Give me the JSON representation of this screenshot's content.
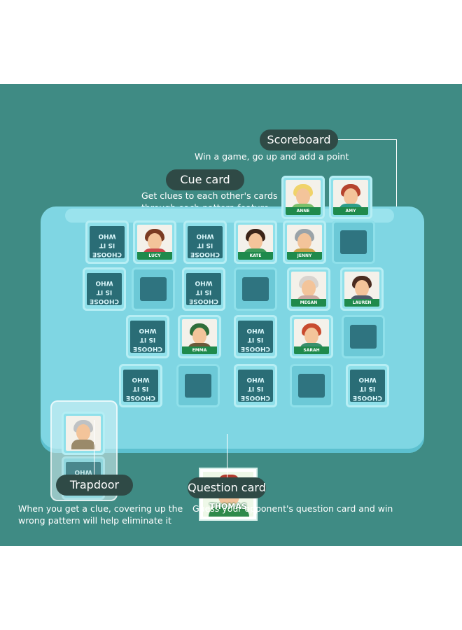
{
  "labels": {
    "scoreboard": {
      "title": "Scoreboard",
      "desc": "Win a game, go up and add a point"
    },
    "cue_card": {
      "title": "Cue card",
      "desc_line1": "Get clues to each other's cards",
      "desc_line2": "through each pattern feature"
    },
    "trapdoor": {
      "title": "Trapdoor",
      "desc_line1": "When you get a clue, covering up the",
      "desc_line2": "wrong pattern will help eliminate it"
    },
    "question_card": {
      "title": "Question card",
      "desc": "Guess your opponent's question card and win"
    }
  },
  "scoreboard_cards": [
    "ANNE",
    "AMY"
  ],
  "characters": {
    "row1": [
      "LUCY",
      "KATE",
      "JENNY"
    ],
    "row2": [
      "MEGAN",
      "LAUREN"
    ],
    "row3": [
      "EMMA",
      "SARAH"
    ]
  },
  "card_back_text": {
    "line1": "CHOOSE",
    "line2": "IS IT",
    "line3": "WHO"
  },
  "question_card_name": "THOMAS",
  "colors": {
    "background": "#3f8b84",
    "board": "#7fd6e3",
    "pill": "#2f4a46",
    "name_banner": "#1f8a4c"
  }
}
